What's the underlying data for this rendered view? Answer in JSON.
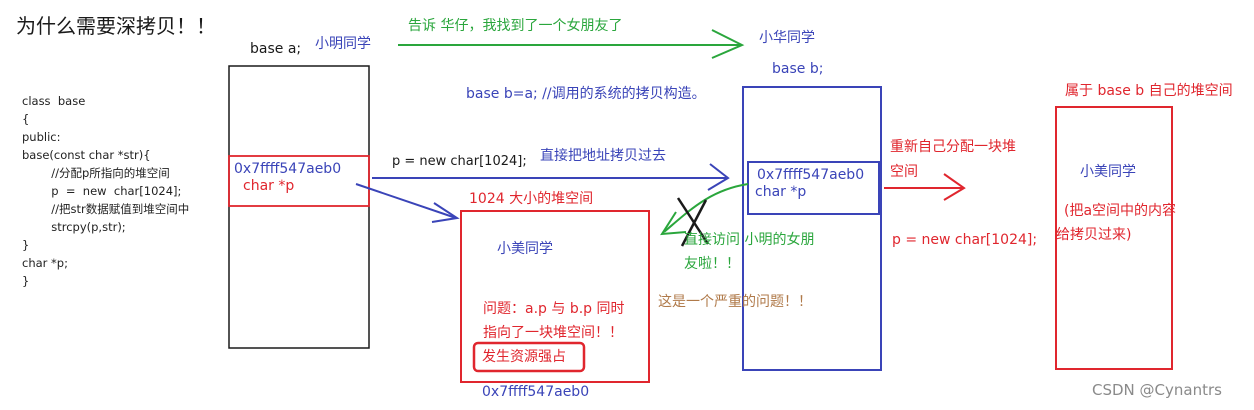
{
  "title": "为什么需要深拷贝！！",
  "code": [
    "class  base",
    "{",
    "public:",
    "base(const char *str){",
    "        //分配p所指向的堆空间",
    "        p  =  new  char[1024];",
    "        //把str数据赋值到堆空间中",
    "        strcpy(p,str);",
    "}",
    "char *p;",
    "}"
  ],
  "obj_a": {
    "decl": "base  a;",
    "owner": "小明同学",
    "addr": "0x7ffff547aeb0",
    "member": "char *p"
  },
  "obj_b": {
    "owner": "小华同学",
    "decl": "base b;",
    "addr": "0x7ffff547aeb0",
    "member": "char *p"
  },
  "message_top": "告诉 华仔，我找到了一个女朋友了",
  "copy_ctor_note": "base b=a;  //调用的系统的拷贝构造。",
  "alloc_stmt": "p  =  new  char[1024];",
  "shallow_copy_label": "直接把地址拷贝过去",
  "heap_shared": {
    "label": "1024 大小的堆空间",
    "owner": "小美同学",
    "problem_1": "问题：a.p 与  b.p 同时",
    "problem_2": "指向了一块堆空间！！",
    "highlight": "发生资源强占",
    "addr": "0x7ffff547aeb0"
  },
  "access_note_1": "直接访问  小明的女朋",
  "access_note_2": "友啦！！",
  "serious_note": "这是一个严重的问题！！",
  "deep_copy": {
    "realloc_1": "重新自己分配一块堆",
    "realloc_2": "空间",
    "alloc_stmt": "p  = new char[1024];",
    "heap_label": "属于 base b 自己的堆空间",
    "owner": "小美同学",
    "copy_note_1": "(把a空间中的内容",
    "copy_note_2": "给拷贝过来)"
  },
  "watermark": "CSDN @Cynantrs",
  "colors": {
    "blue": "#3a44b8",
    "red": "#e0262e",
    "green": "#2aa63c",
    "brown": "#b07a4a"
  }
}
